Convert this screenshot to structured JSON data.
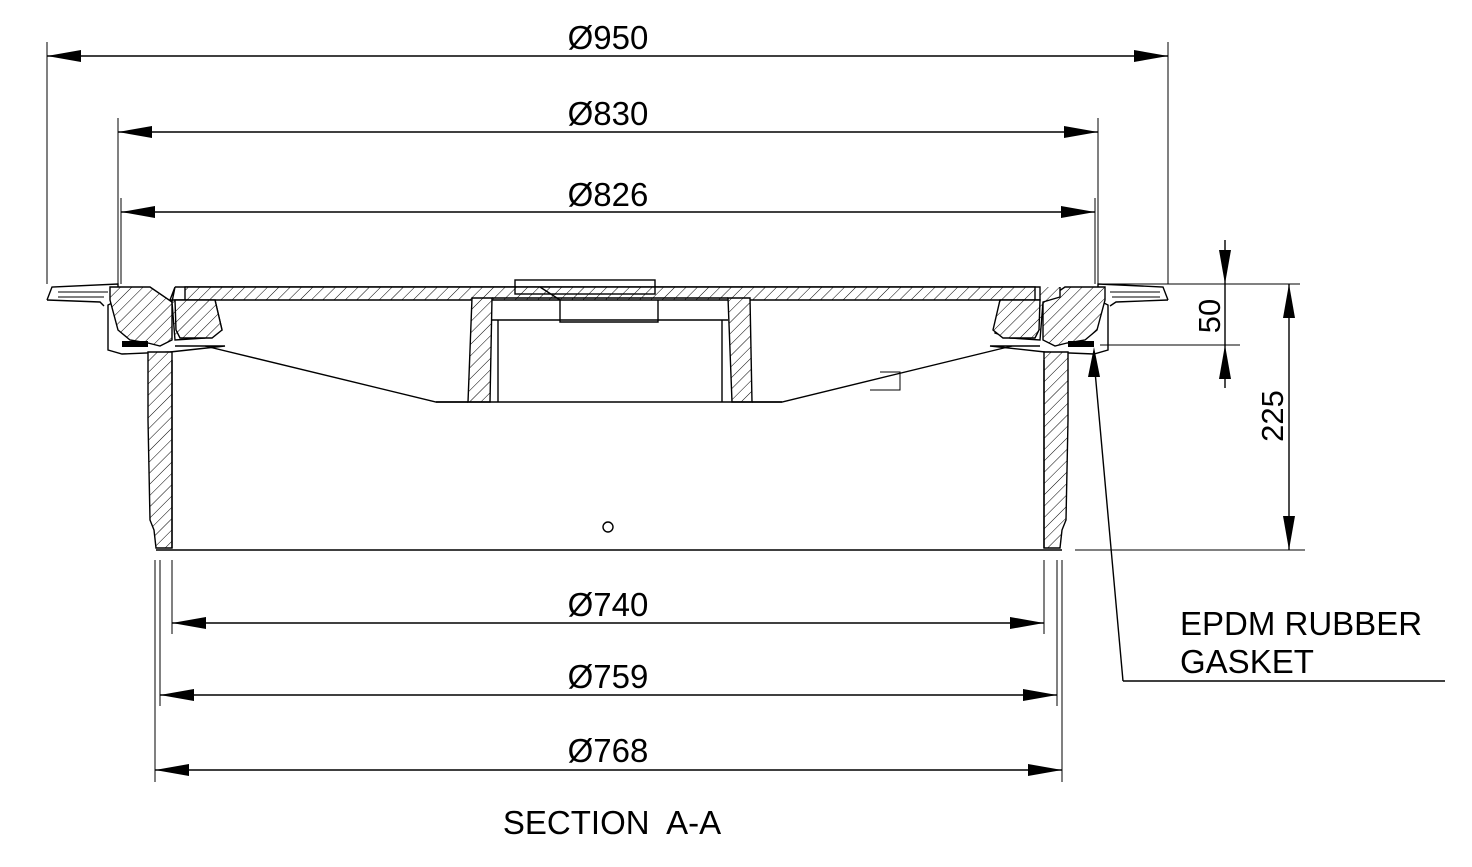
{
  "dimensions": {
    "d950": "Ø950",
    "d830": "Ø830",
    "d826": "Ø826",
    "d740": "Ø740",
    "d759": "Ø759",
    "d768": "Ø768",
    "h50": "50",
    "h225": "225"
  },
  "callout": {
    "line1": "EPDM RUBBER",
    "line2": "GASKET"
  },
  "caption": "SECTION  A-A"
}
